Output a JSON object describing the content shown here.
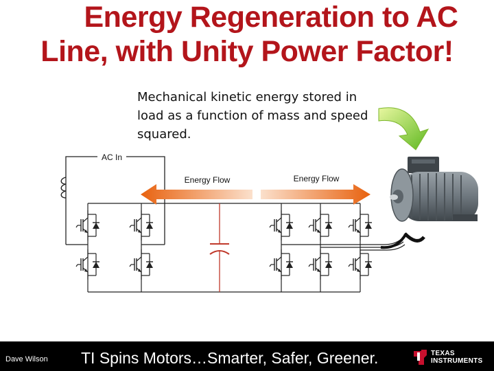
{
  "slide": {
    "title_line1": "Energy Regeneration to AC",
    "title_line2": "Line, with Unity Power Factor!",
    "note": "Mechanical kinetic energy stored in load as a function of mass and speed squared.",
    "ac_in_label": "AC In",
    "energy_flow_left": "Energy Flow",
    "energy_flow_right": "Energy Flow"
  },
  "footer": {
    "presenter": "Dave Wilson",
    "tagline": "TI Spins Motors…Smarter, Safer, Greener.",
    "logo_line1": "TEXAS",
    "logo_line2": "INSTRUMENTS"
  },
  "colors": {
    "title": "#b3151b",
    "dc_bus": "#c0392b",
    "arrow_start": "#e8620f",
    "arrow_end": "#fbe0cc",
    "curved_arrow": "#a8d820"
  },
  "icons": [
    "motor-icon",
    "curved-arrow-icon",
    "ti-logo-icon",
    "igbt-icon",
    "diode-icon",
    "inductor-icon",
    "capacitor-icon"
  ]
}
